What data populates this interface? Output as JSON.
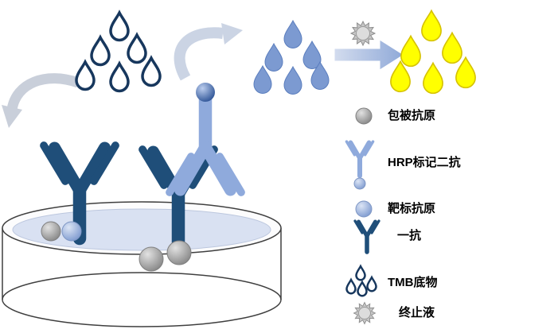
{
  "legend": {
    "items": [
      {
        "icon": "coating-antigen-circle",
        "label": "包被抗原"
      },
      {
        "icon": "hrp-secondary-antibody",
        "label": "HRP标记二抗"
      },
      {
        "icon": "target-antigen-circle",
        "label": "靶标抗原"
      },
      {
        "icon": "primary-antibody",
        "label": "一抗"
      },
      {
        "icon": "tmb-substrate-droplets",
        "label": "TMB底物"
      },
      {
        "icon": "stop-solution-starburst",
        "label": "终止液"
      }
    ]
  },
  "colors": {
    "primary_antibody_blue": "#1F4E79",
    "secondary_antibody_blue": "#8FAADC",
    "substrate_drop_dark_outline": "#17375D",
    "substrate_drop_blue": "#7C9AD1",
    "product_drop_yellow": "#FFFF00",
    "antigen_gray": "#9A9A9A",
    "well_liquid_blue": "#D9E1F2",
    "arrow_gray": "#C9CFDA",
    "flow_arrow_blue": "#8FA9D8"
  }
}
